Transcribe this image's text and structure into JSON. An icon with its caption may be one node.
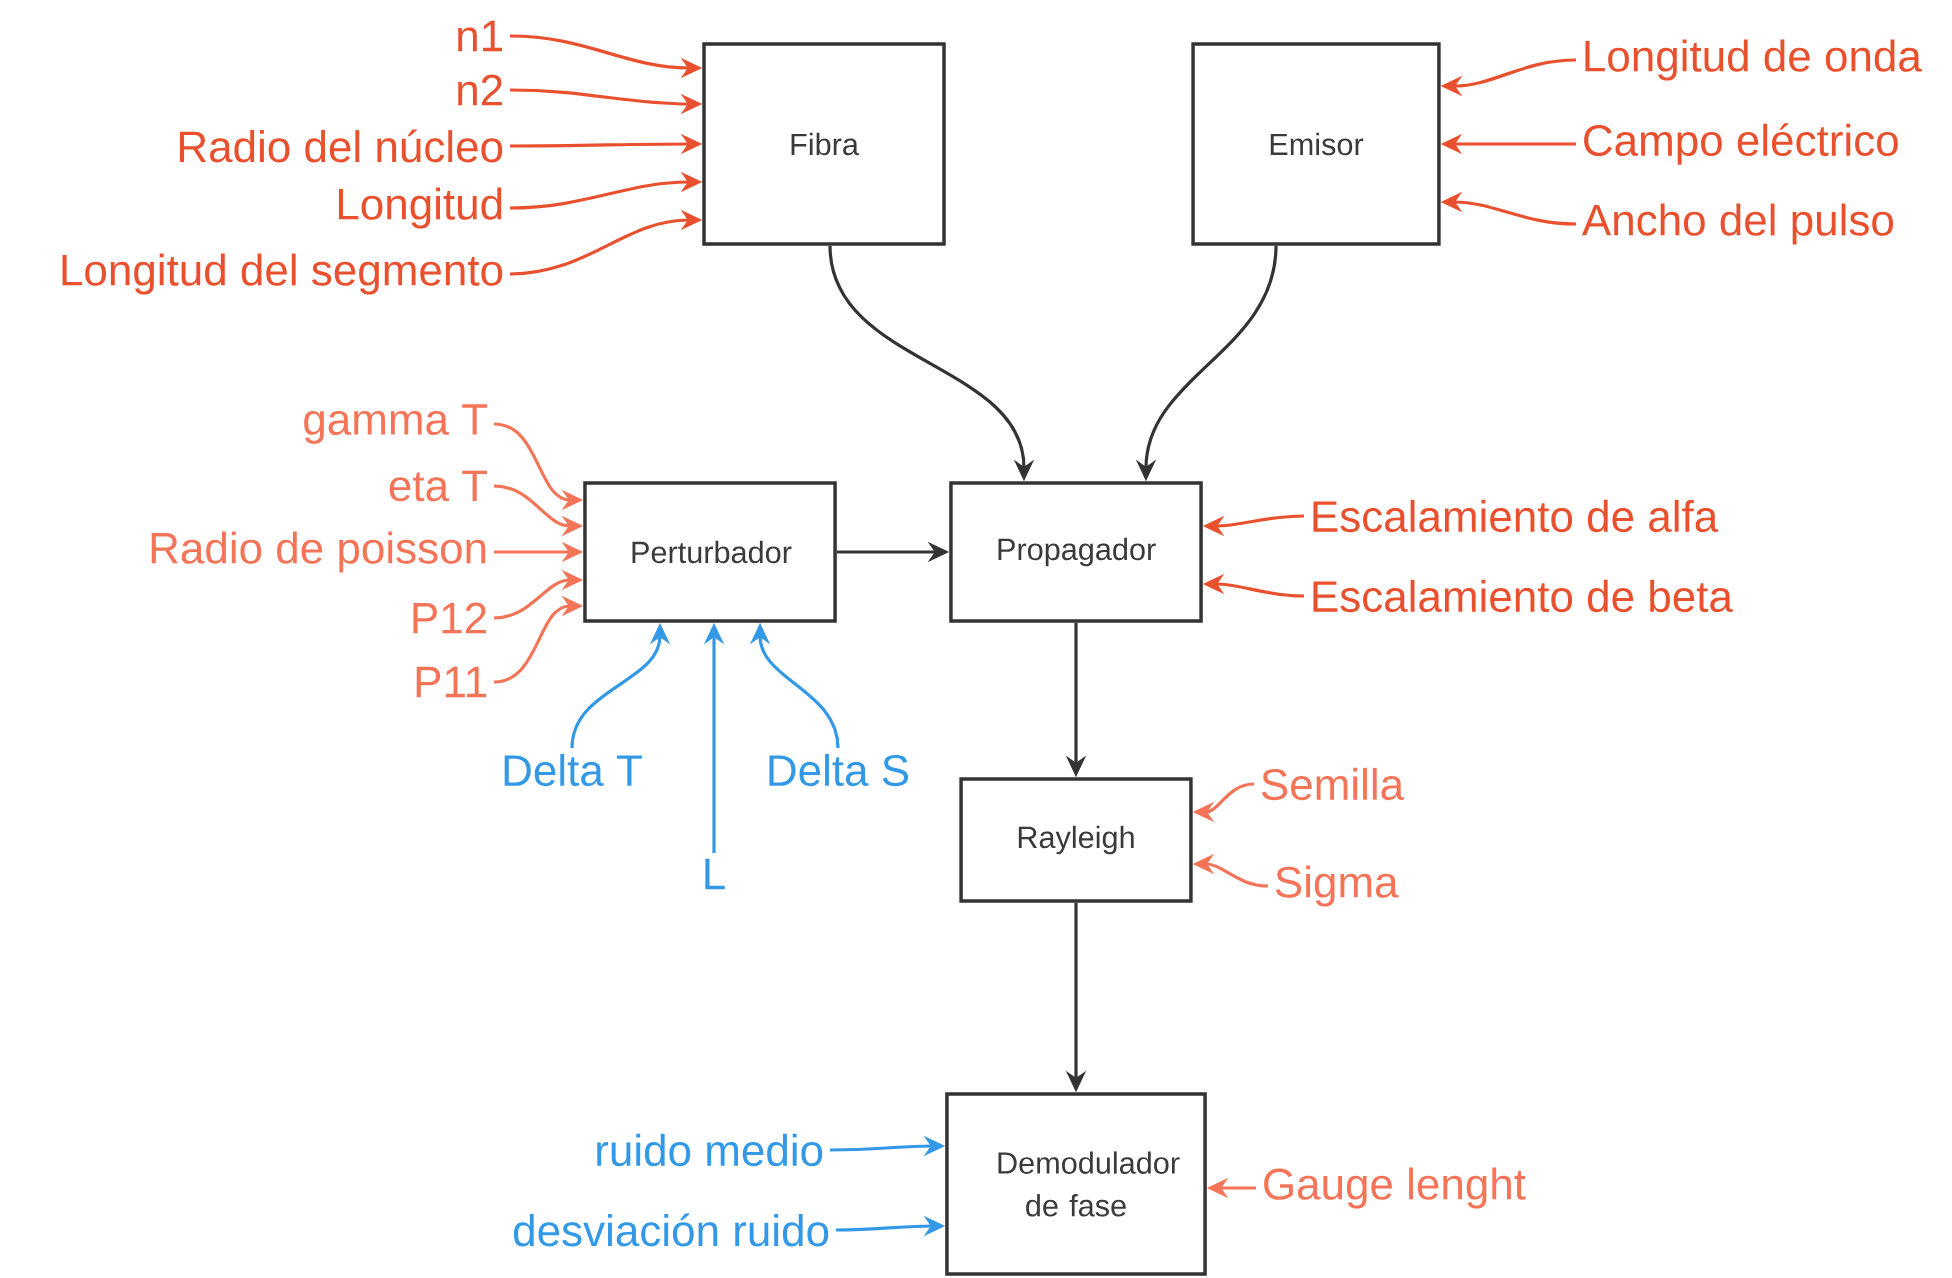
{
  "diagram": {
    "nodes": [
      {
        "text": [
          "n1"
        ]
      },
      {
        "text": [
          "n2"
        ]
      },
      {
        "text": [
          "Radio del núcleo"
        ]
      },
      {
        "text": [
          "Longitud"
        ]
      },
      {
        "text": [
          "Longitud del segmento"
        ]
      },
      {
        "text": [
          "Fibra"
        ]
      },
      {
        "text": [
          "Emisor"
        ]
      },
      {
        "text": [
          "Longitud de onda"
        ]
      },
      {
        "text": [
          "Campo eléctrico"
        ]
      },
      {
        "text": [
          "Ancho del pulso"
        ]
      },
      {
        "text": [
          "gamma T"
        ]
      },
      {
        "text": [
          "eta T"
        ]
      },
      {
        "text": [
          "Radio de poisson"
        ]
      },
      {
        "text": [
          "P12"
        ]
      },
      {
        "text": [
          "P11"
        ]
      },
      {
        "text": [
          "Perturbador"
        ]
      },
      {
        "text": [
          "Propagador"
        ]
      },
      {
        "text": [
          "Escalamiento de alfa"
        ]
      },
      {
        "text": [
          "Escalamiento de beta"
        ]
      },
      {
        "text": [
          "Delta T"
        ]
      },
      {
        "text": [
          "Delta S"
        ]
      },
      {
        "text": [
          "L"
        ]
      },
      {
        "text": [
          "Rayleigh"
        ]
      },
      {
        "text": [
          "Semilla"
        ]
      },
      {
        "text": [
          "Sigma"
        ]
      },
      {
        "text": [
          "ruido medio"
        ]
      },
      {
        "text": [
          "desviación ruido"
        ]
      },
      {
        "text": [
          "Demodulador de fase"
        ]
      },
      {
        "text": [
          "Gauge lenght"
        ]
      }
    ],
    "edges": [
      {
        "from": 0,
        "to": 5,
        "arrow": "to"
      },
      {
        "from": 1,
        "to": 5,
        "arrow": "to"
      },
      {
        "from": 2,
        "to": 5,
        "arrow": "to"
      },
      {
        "from": 3,
        "to": 5,
        "arrow": "to"
      },
      {
        "from": 4,
        "to": 5,
        "arrow": "to"
      },
      {
        "from": 7,
        "to": 6,
        "arrow": "to"
      },
      {
        "from": 8,
        "to": 6,
        "arrow": "to"
      },
      {
        "from": 9,
        "to": 6,
        "arrow": "to"
      },
      {
        "from": 5,
        "to": 16,
        "arrow": "to",
        "color": "#333333"
      },
      {
        "from": 6,
        "to": 16,
        "arrow": "to",
        "color": "#333333"
      },
      {
        "from": 10,
        "to": 15,
        "arrow": "to",
        "color": "#f47458"
      },
      {
        "from": 11,
        "to": 15,
        "arrow": "to",
        "color": "#f47458"
      },
      {
        "from": 12,
        "to": 15,
        "arrow": "to",
        "color": "#f47458"
      },
      {
        "from": 13,
        "to": 15,
        "arrow": "to",
        "color": "#f47458"
      },
      {
        "from": 14,
        "to": 15,
        "arrow": "to",
        "color": "#f47458"
      },
      {
        "from": 15,
        "to": 16,
        "arrow": "to",
        "color": "#333333"
      },
      {
        "from": 17,
        "to": 16,
        "arrow": "to"
      },
      {
        "from": 18,
        "to": 16,
        "arrow": "to"
      },
      {
        "from": 19,
        "to": 15,
        "arrow": "to",
        "color": "#3399e6"
      },
      {
        "from": 21,
        "to": 15,
        "arrow": "to",
        "color": "#3399e6"
      },
      {
        "from": 20,
        "to": 15,
        "arrow": "to",
        "color": "#3399e6"
      },
      {
        "from": 16,
        "to": 22,
        "arrow": "to",
        "color": "#333333"
      },
      {
        "from": 23,
        "to": 22,
        "arrow": "to",
        "color": "#f47458"
      },
      {
        "from": 24,
        "to": 22,
        "arrow": "to",
        "color": "#f47458"
      },
      {
        "from": 22,
        "to": 27,
        "arrow": "to",
        "color": "#333333"
      },
      {
        "from": 25,
        "to": 27,
        "arrow": "to",
        "color": "#3399e6"
      },
      {
        "from": 26,
        "to": 27,
        "arrow": "to",
        "color": "#3399e6"
      },
      {
        "from": 28,
        "to": 27,
        "arrow": "to",
        "color": "#f47458"
      }
    ]
  }
}
